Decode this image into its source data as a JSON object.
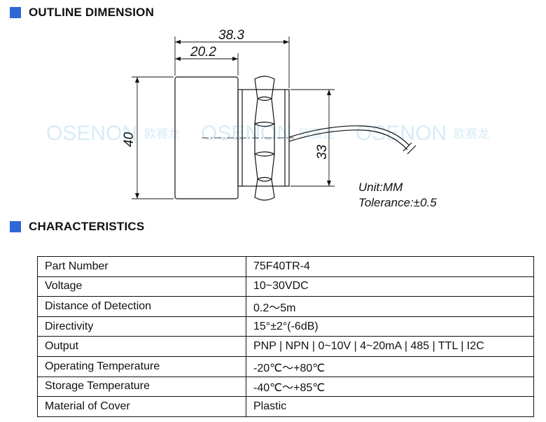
{
  "sections": {
    "outline_title": "OUTLINE DIMENSION",
    "characteristics_title": "CHARACTERISTICS"
  },
  "drawing": {
    "dim_total_length": "38.3",
    "dim_body_length": "20.2",
    "dim_diameter": "40",
    "dim_thread": "33",
    "unit_note": "Unit:MM",
    "tolerance_note": "Tolerance:±0.5",
    "watermark_text": "OSENON",
    "watermark_cn": "欧赛龙"
  },
  "spec_table": [
    {
      "label": "Part Number",
      "value": "75F40TR-4"
    },
    {
      "label": "Voltage",
      "value": "10~30VDC"
    },
    {
      "label": "Distance of Detection",
      "value": "0.2～5m"
    },
    {
      "label": "Directivity",
      "value": "15°±2°(-6dB)"
    },
    {
      "label": "Output",
      "value": "PNP | NPN | 0~10V | 4~20mA | 485 | TTL | I2C"
    },
    {
      "label": "Operating Temperature",
      "value": "-20℃～+80℃"
    },
    {
      "label": "Storage Temperature",
      "value": "-40℃～+85℃"
    },
    {
      "label": "Material of Cover",
      "value": "Plastic"
    }
  ],
  "colors": {
    "accent": "#2f67d6",
    "watermark": "#d7ecf6"
  }
}
